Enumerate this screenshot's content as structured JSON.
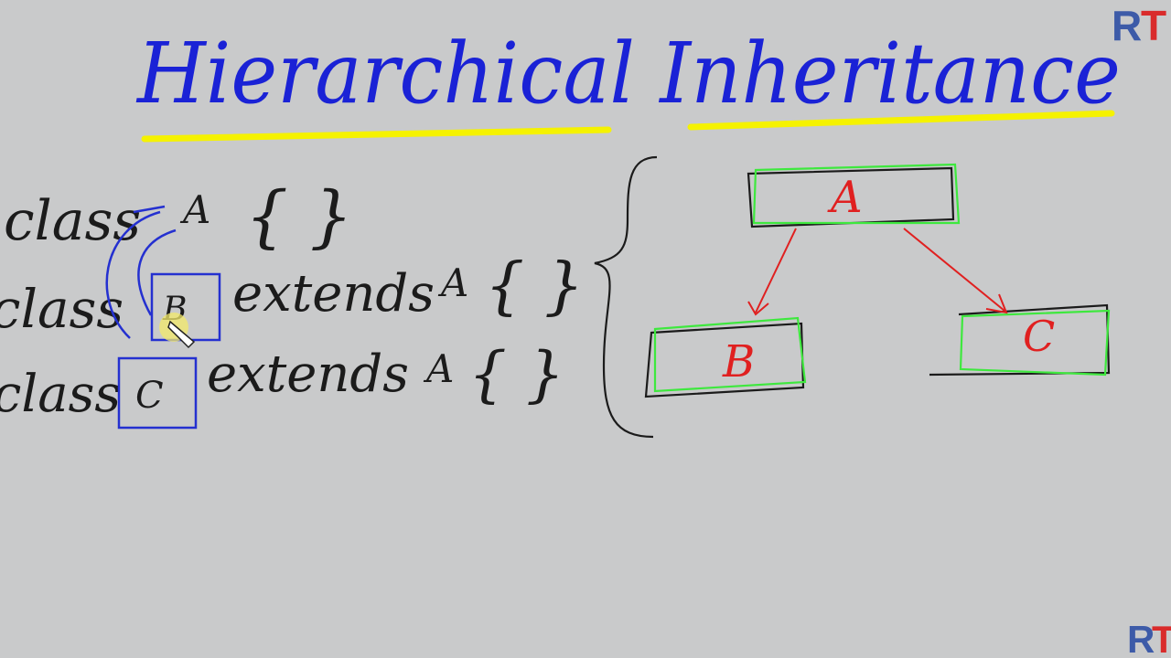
{
  "title": "Hierarchical Inheritance",
  "logo": {
    "r": "R",
    "t": "T",
    "r_color": "#3d5ba8",
    "t_color": "#d92b2b"
  },
  "code": {
    "line1": {
      "keyword": "class",
      "name": "A",
      "braces": "{ }"
    },
    "line2": {
      "keyword": "class",
      "name": "B",
      "extends": "extends",
      "parent": "A",
      "braces": "{ }"
    },
    "line3": {
      "keyword": "class",
      "name": "C",
      "extends": "extends",
      "parent": "A",
      "braces": "{ }"
    }
  },
  "diagram": {
    "nodes": [
      {
        "id": "A",
        "label": "A"
      },
      {
        "id": "B",
        "label": "B"
      },
      {
        "id": "C",
        "label": "C"
      }
    ],
    "edges": [
      {
        "from": "A",
        "to": "B"
      },
      {
        "from": "A",
        "to": "C"
      }
    ]
  },
  "colors": {
    "background": "#c9cacb",
    "title": "#1a22d6",
    "underline": "#f5f200",
    "ink": "#1b1b1b",
    "box_blue": "#2430d0",
    "label_red": "#e02020",
    "box_green": "#3ee83e"
  }
}
